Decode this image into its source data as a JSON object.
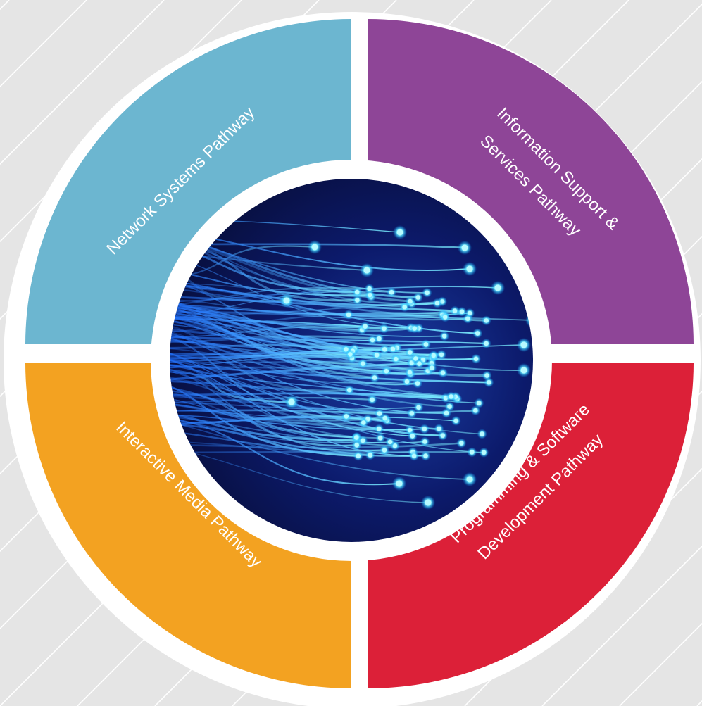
{
  "diagram": {
    "quadrants": [
      {
        "id": "network-systems",
        "label": "Network Systems Pathway",
        "color": "#6cb6d0"
      },
      {
        "id": "information-support",
        "label_line1": "Information Support &",
        "label_line2": "Services Pathway",
        "color": "#8e4597"
      },
      {
        "id": "interactive-media",
        "label": "Interactive Media Pathway",
        "color": "#f3a221"
      },
      {
        "id": "programming-software",
        "label_line1": "Programming & Software",
        "label_line2": "Development Pathway",
        "color": "#dc2038"
      }
    ],
    "center_image": "fiber-optic-cables",
    "background_color": "#e5e5e5",
    "stripe_color": "#ffffff"
  }
}
